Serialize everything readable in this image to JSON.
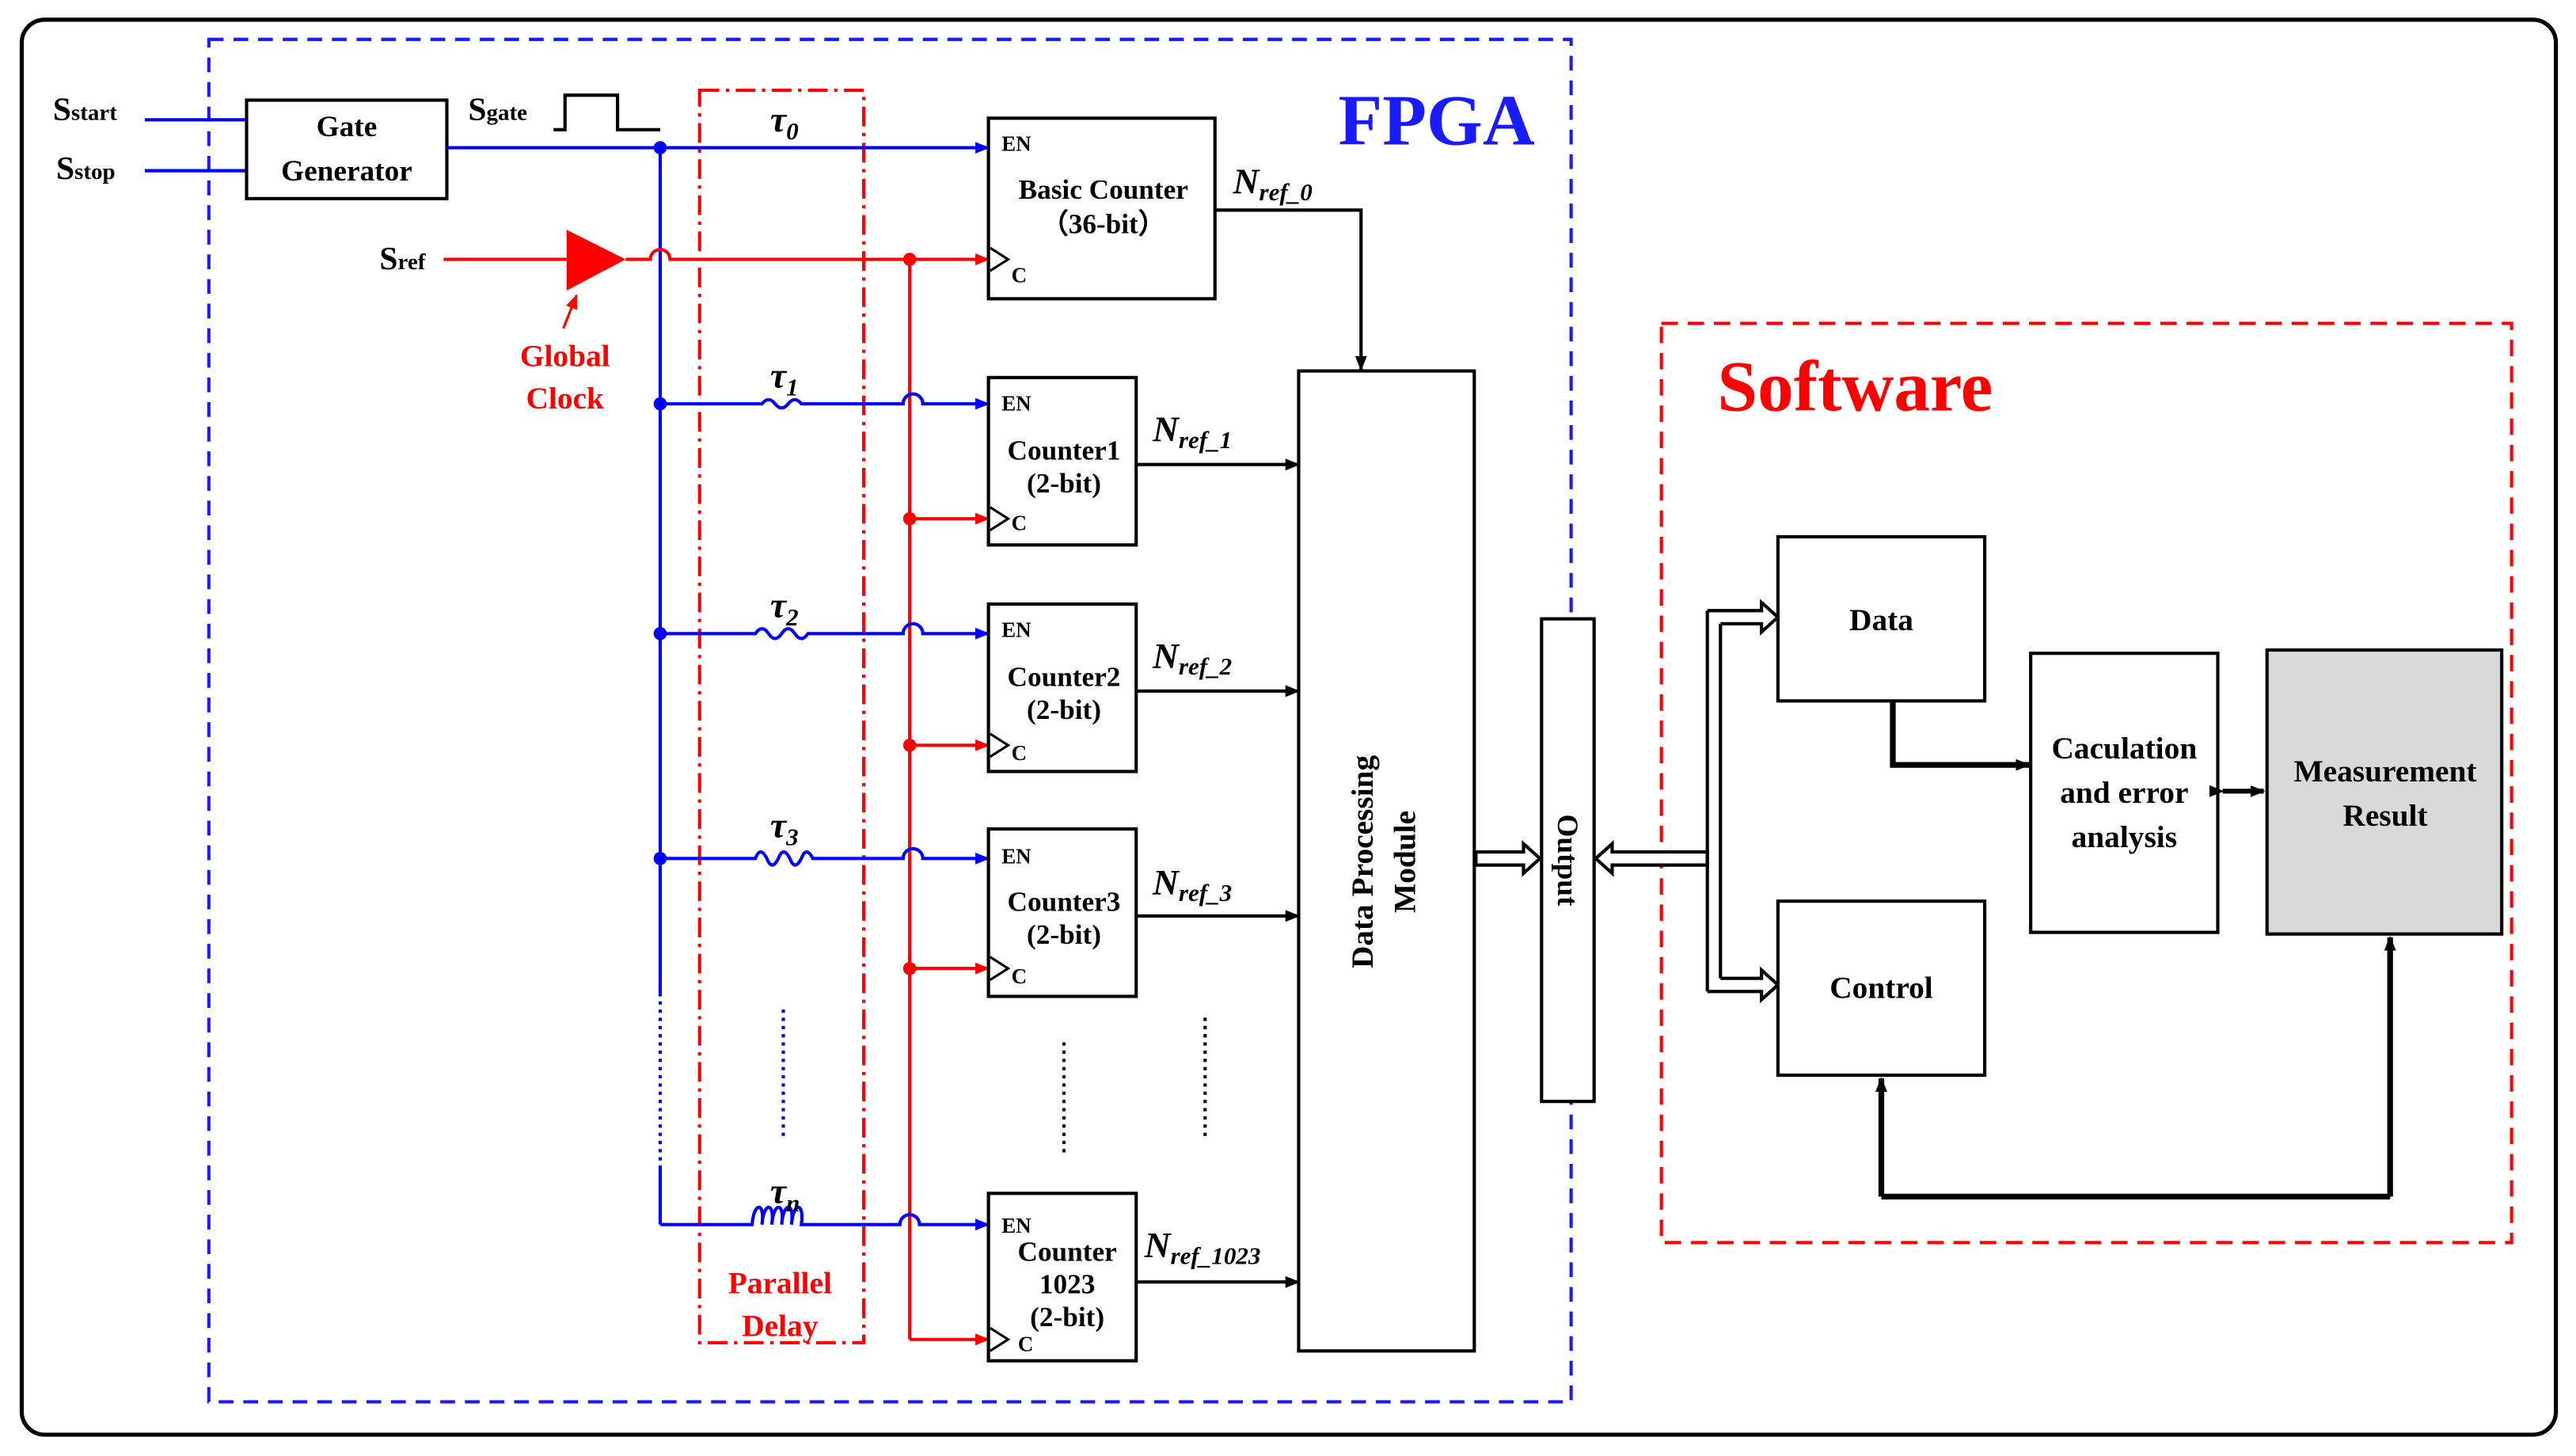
{
  "colors": {
    "fpga": "#1a1aff",
    "software": "#ff0000",
    "signal_blue": "#0000ff",
    "signal_red": "#ff0000",
    "black": "#000000",
    "result_fill": "#d9d9d9"
  },
  "inputs": {
    "s_start": {
      "main": "S",
      "sub": "start"
    },
    "s_stop": {
      "main": "S",
      "sub": "stop"
    },
    "s_gate": {
      "main": "S",
      "sub": "gate"
    },
    "s_ref": {
      "main": "S",
      "sub": "ref"
    }
  },
  "gate_generator": {
    "line1": "Gate",
    "line2": "Generator"
  },
  "global_clock": {
    "line1": "Global",
    "line2": "Clock"
  },
  "parallel_delay": {
    "line1": "Parallel",
    "line2": "Delay"
  },
  "fpga": {
    "title": "FPGA"
  },
  "software": {
    "title": "Software"
  },
  "delays": {
    "tau0": "0",
    "tau1": "1",
    "tau2": "2",
    "tau3": "3",
    "taun": "n"
  },
  "counters": {
    "en": "EN",
    "clk": "C",
    "basic": {
      "line1": "Basic Counter",
      "line2": "（36-bit）"
    },
    "c1": {
      "line1": "Counter1",
      "line2": "(2-bit)"
    },
    "c2": {
      "line1": "Counter2",
      "line2": "(2-bit)"
    },
    "c3": {
      "line1": "Counter3",
      "line2": "(2-bit)"
    },
    "c1023": {
      "line1": "Counter",
      "line2": "1023",
      "line3": "(2-bit)"
    }
  },
  "outputs": {
    "n": "N",
    "nref0": "ref_0",
    "nref1": "ref_1",
    "nref2": "ref_2",
    "nref3": "ref_3",
    "nref1023": "ref_1023"
  },
  "dpm": {
    "line1": "Data Processing",
    "line2": "Module"
  },
  "output_bus": {
    "label": "Output"
  },
  "data_box": {
    "label": "Data"
  },
  "control_box": {
    "label": "Control"
  },
  "calc_box": {
    "line1": "Caculation",
    "line2": "and error",
    "line3": "analysis"
  },
  "result_box": {
    "line1": "Measurement",
    "line2": "Result"
  }
}
